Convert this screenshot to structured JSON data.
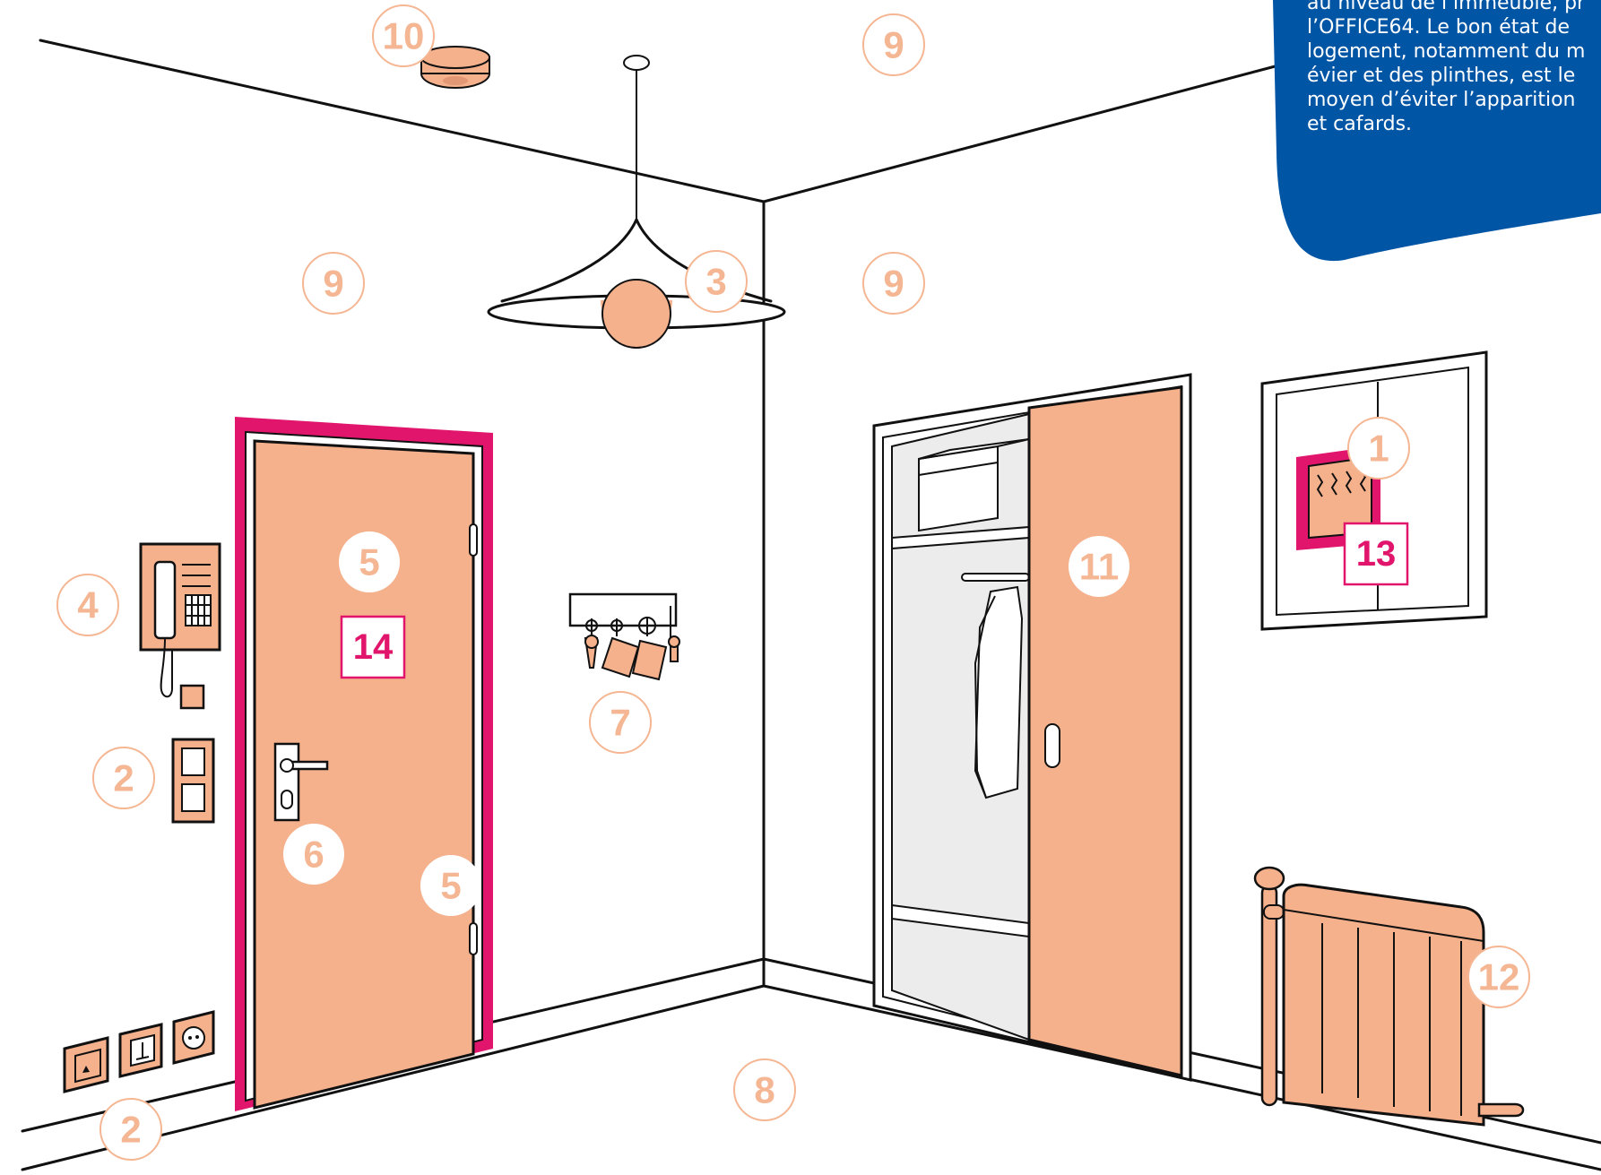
{
  "info_box": {
    "bg_color": "#0055a5",
    "lines": [
      "au niveau de l’immeuble, pr",
      "l’OFFICE64. Le bon état de",
      "logement, notamment du m",
      "évier et des plinthes, est le",
      "moyen d’éviter l’apparition",
      "et cafards."
    ]
  },
  "labels": {
    "l1": "1",
    "l2a": "2",
    "l2b": "2",
    "l3": "3",
    "l4": "4",
    "l5a": "5",
    "l5b": "5",
    "l6": "6",
    "l7": "7",
    "l8": "8",
    "l9a": "9",
    "l9b": "9",
    "l9c": "9",
    "l10": "10",
    "l11": "11",
    "l12": "12"
  },
  "tags": {
    "t13": "13",
    "t14": "14"
  },
  "colors": {
    "accent_pink": "#e0156b",
    "peach": "#f5b08c",
    "label_peach": "#f5b693",
    "line": "#111111"
  }
}
